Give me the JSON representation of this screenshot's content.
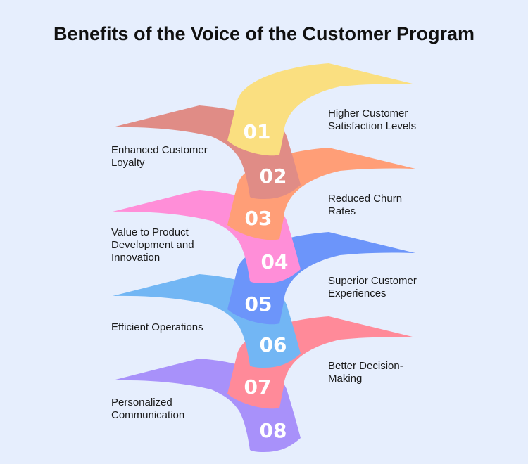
{
  "title": "Benefits of the Voice of the Customer Program",
  "steps": [
    {
      "number": "01",
      "label": "Higher Customer Satisfaction Levels",
      "color": "#FADF80"
    },
    {
      "number": "02",
      "label": "Enhanced Customer Loyalty",
      "color": "#E08C86"
    },
    {
      "number": "03",
      "label": "Reduced Churn Rates",
      "color": "#FF9E77"
    },
    {
      "number": "04",
      "label": "Value to Product Development and Innovation",
      "color": "#FF8ED8"
    },
    {
      "number": "05",
      "label": "Superior Customer Experiences",
      "color": "#6C95FA"
    },
    {
      "number": "06",
      "label": "Efficient Operations",
      "color": "#72B6F4"
    },
    {
      "number": "07",
      "label": "Better Decision-Making",
      "color": "#FF8A99"
    },
    {
      "number": "08",
      "label": "Personalized Communication",
      "color": "#A891FA"
    }
  ]
}
